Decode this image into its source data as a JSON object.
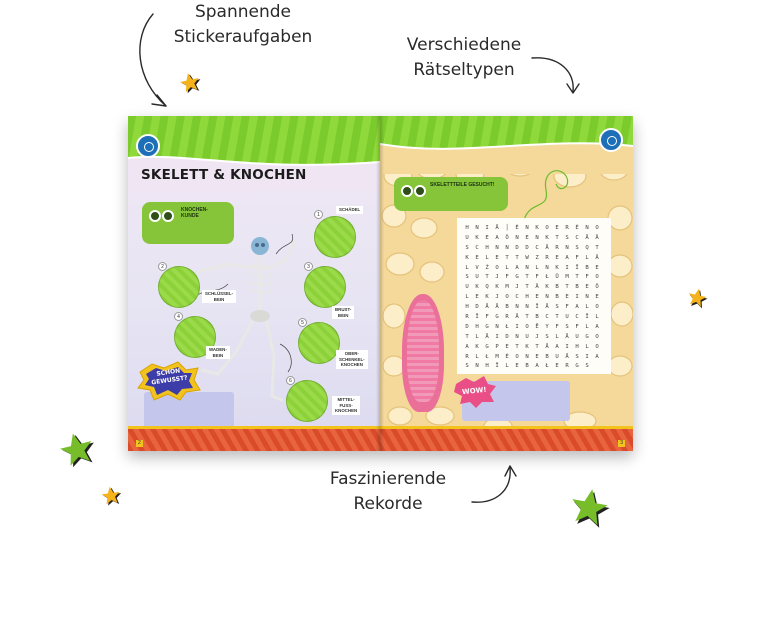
{
  "annotations": {
    "top_left": {
      "line1": "Spannende",
      "line2": "Stickeraufgaben"
    },
    "top_right": {
      "line1": "Verschiedene",
      "line2": "Rätseltypen"
    },
    "bottom": {
      "line1": "Faszinierende",
      "line2": "Rekorde"
    }
  },
  "left_page": {
    "headline": "SKELETT & KNOCHEN",
    "info_title": {
      "line1": "KNOCHEN-",
      "line2": "KUNDE"
    },
    "labels": {
      "schaedel": "SCHÄDEL",
      "schluesselbein": {
        "line1": "SCHLÜSSEL-",
        "line2": "BEIN"
      },
      "brustbein": {
        "line1": "BRUST-",
        "line2": "BEIN"
      },
      "wadenbein": {
        "line1": "WADEN-",
        "line2": "BEIN"
      },
      "oberschenkel": {
        "line1": "OBER-",
        "line2": "SCHENKEL-",
        "line3": "KNOCHEN"
      },
      "mittelfuss": {
        "line1": "MITTEL-",
        "line2": "FUSS-",
        "line3": "KNOCHEN"
      }
    },
    "numbers": [
      "1",
      "2",
      "3",
      "4",
      "5",
      "6"
    ],
    "fact_title": {
      "line1": "SCHON",
      "line2": "GEWUSST?"
    },
    "page_number": "2"
  },
  "right_page": {
    "puzzle_title": "SKELETTTEILE GESUCHT!",
    "wow": "WOW!",
    "page_number": "3",
    "grid_rows": [
      "HNIĀ│ĖNKOERĖN",
      "OUKEAÖNENKTSCĀ",
      "ÄSCHNNDDCĀRNSQ",
      "TKELETTWZREAFL",
      "ÄLVŻOLANLNKIĪB",
      "ESUTJFGTFŁÜMTF",
      "OUKQKMJTÄKBTBE",
      "ÖLEKJOCHENBEIN",
      "EHDĀĀBNNĪĀSFAL",
      "ORĪFGRĀTBCTUCĪ",
      "LDHGNŁIOĒYFSFL",
      "ATLĀIDNUJSLĀUG",
      "OAKGPETKTĀAIHL",
      "ORLŁMĖONEBUĀSI",
      "ASNHĪLEBAŁERGS"
    ]
  },
  "colors": {
    "banner_green": "#7ccb2c",
    "bubble_green": "#86c43a",
    "star_yellow": "#f5b21a",
    "star_green": "#77bd2a",
    "footprint_pink": "#ea6f99",
    "floor_red": "#d94b2b"
  },
  "icons": [
    "arrow-curved",
    "star-yellow",
    "star-green",
    "guinness-badge"
  ]
}
